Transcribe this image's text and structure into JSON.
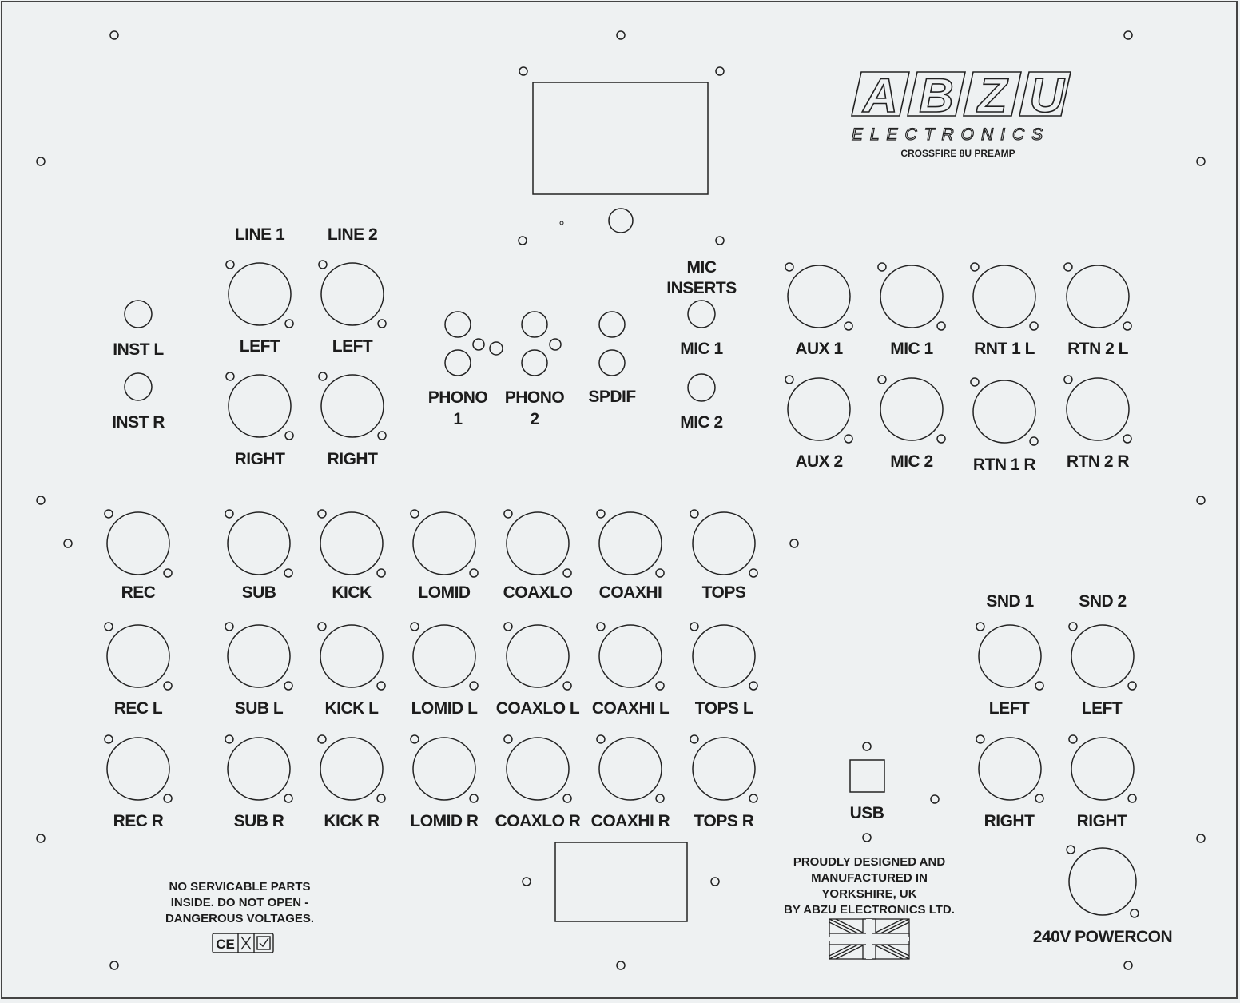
{
  "brand": {
    "letters": [
      "A",
      "B",
      "Z",
      "U"
    ],
    "sub": "ELECTRONICS",
    "model": "CROSSFIRE 8U PREAMP"
  },
  "labels": {
    "line1": "LINE 1",
    "line2": "LINE 2",
    "left": "LEFT",
    "right": "RIGHT",
    "inst_l": "INST L",
    "inst_r": "INST R",
    "phono": "PHONO",
    "one": "1",
    "two": "2",
    "spdif": "SPDIF",
    "mic": "MIC",
    "inserts": "INSERTS",
    "mic1": "MIC 1",
    "mic2": "MIC 2",
    "aux1": "AUX 1",
    "aux2": "AUX 2",
    "rnt1l": "RNT 1 L",
    "rtn1r": "RTN 1 R",
    "rtn2l": "RTN 2 L",
    "rtn2r": "RTN 2 R",
    "rec": "REC",
    "sub": "SUB",
    "kick": "KICK",
    "lomid": "LOMID",
    "coaxlo": "COAXLO",
    "coaxhi": "COAXHI",
    "tops": "TOPS",
    "rec_l": "REC L",
    "sub_l": "SUB L",
    "kick_l": "KICK L",
    "lomid_l": "LOMID L",
    "coaxlo_l": "COAXLO L",
    "coaxhi_l": "COAXHI L",
    "tops_l": "TOPS L",
    "rec_r": "REC R",
    "sub_r": "SUB R",
    "kick_r": "KICK R",
    "lomid_r": "LOMID R",
    "coaxlo_r": "COAXLO R",
    "coaxhi_r": "COAXHI R",
    "tops_r": "TOPS R",
    "snd1": "SND 1",
    "snd2": "SND 2",
    "usb": "USB",
    "powercon": "240V POWERCON"
  },
  "warning": [
    "NO SERVICABLE PARTS",
    "INSIDE. DO NOT OPEN -",
    "DANGEROUS VOLTAGES."
  ],
  "credits": [
    "PROUDLY DESIGNED AND",
    "MANUFACTURED IN",
    "YORKSHIRE, UK",
    "BY ABZU ELECTRONICS LTD."
  ],
  "cert_marks": "CE",
  "colors": {
    "background": "#eef1f2",
    "line": "#222222"
  }
}
